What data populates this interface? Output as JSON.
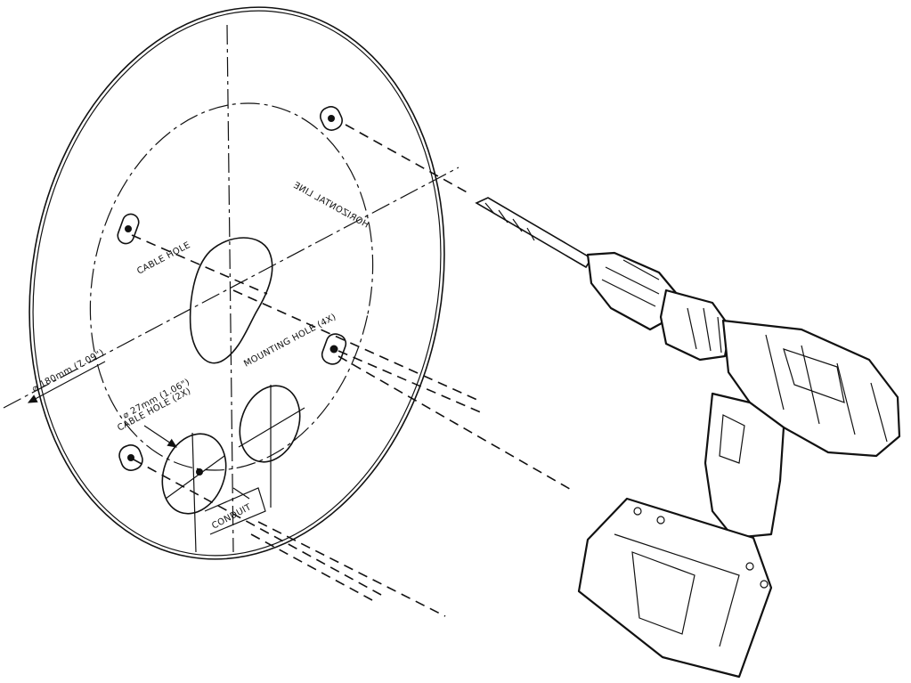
{
  "labels": {
    "horizontal_line": "HORIZONTAL LINE",
    "cable_hole": "CABLE HOLE",
    "mounting_hole": "MOUNTING HOLE (4X)",
    "diameter_180": "⌀ 180mm (7.09\")",
    "cable_hole_2x": "CABLE HOLE (2X)",
    "diameter_27": "⌀ 27mm (1.06\")",
    "conduit": "CONDUIT"
  },
  "colors": {
    "line": "#111111",
    "background": "#ffffff"
  },
  "icons": {
    "drill": "power-drill-icon"
  }
}
